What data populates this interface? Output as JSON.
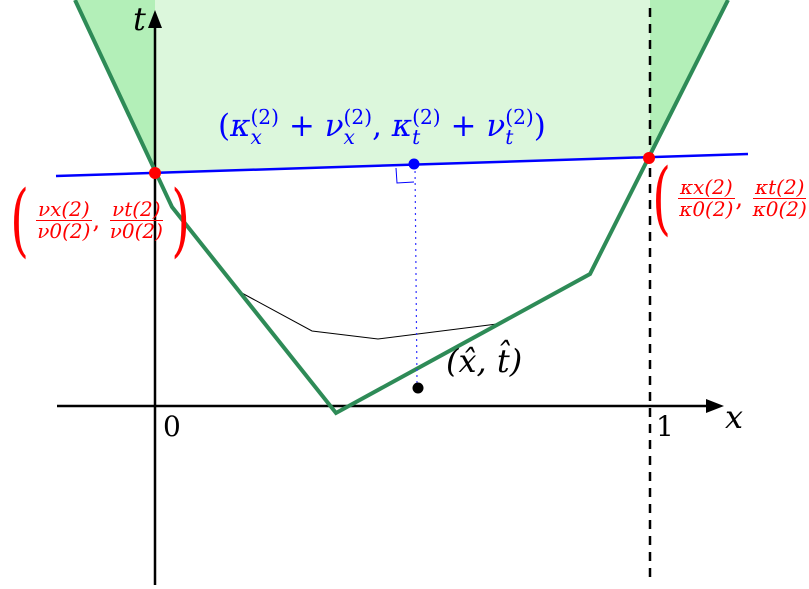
{
  "figure": {
    "axes": {
      "x_label": "x",
      "t_label": "t",
      "ticks": {
        "zero": "0",
        "one": "1"
      }
    },
    "labels": {
      "top_point": {
        "text": "(κx(2) + νx(2), κt(2) + νt(2))",
        "parts": {
          "open": "(",
          "k": "κ",
          "plus": "+",
          "n": "ν",
          "sub_x": "x",
          "sub_t": "t",
          "sup": "(2)",
          "comma": ",",
          "close": ")"
        },
        "color": "#0000ff"
      },
      "left_point": {
        "text": "(νx(2)/ν0(2), νt(2)/ν0(2))",
        "frac1_num": "νx(2)",
        "frac1_den": "ν0(2)",
        "frac2_num": "νt(2)",
        "frac2_den": "ν0(2)",
        "color": "#ff0000"
      },
      "right_point": {
        "text": "(κx(2)/κ0(2), κt(2)/κ0(2))",
        "frac1_num": "κx(2)",
        "frac1_den": "κ0(2)",
        "frac2_num": "κt(2)",
        "frac2_den": "κ0(2)",
        "color": "#ff0000"
      },
      "hat_point": {
        "text": "(x̂, t̂)",
        "color": "#000000"
      }
    },
    "colors": {
      "polyline": "#2e8b57",
      "region_light": "#dcf7dc",
      "region_dark": "#b3efb8",
      "blue_line": "#0000ff",
      "red_points": "#ff0000",
      "axis": "#000000"
    }
  }
}
